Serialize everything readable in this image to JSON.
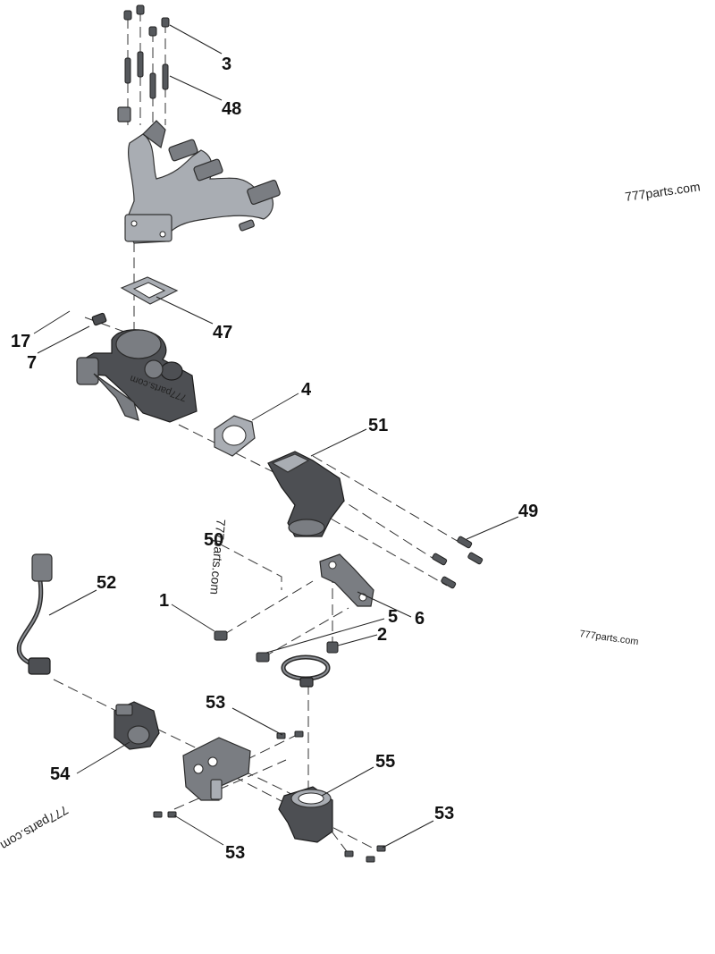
{
  "watermarks": [
    "777parts.com",
    "777parts.com",
    "777parts.com",
    "777parts.com",
    "777parts.com"
  ],
  "callouts": {
    "c3": "3",
    "c48": "48",
    "c47": "47",
    "c17": "17",
    "c7": "7",
    "c4": "4",
    "c51": "51",
    "c49": "49",
    "c50": "50",
    "c52": "52",
    "c1": "1",
    "c5": "5",
    "c6": "6",
    "c2": "2",
    "c53a": "53",
    "c54": "54",
    "c55": "55",
    "c53b": "53",
    "c53c": "53"
  },
  "colors": {
    "part_fill": "#7a7d82",
    "part_light": "#a9adb3",
    "part_dark": "#4d4f53",
    "outline": "#2b2b2b"
  }
}
